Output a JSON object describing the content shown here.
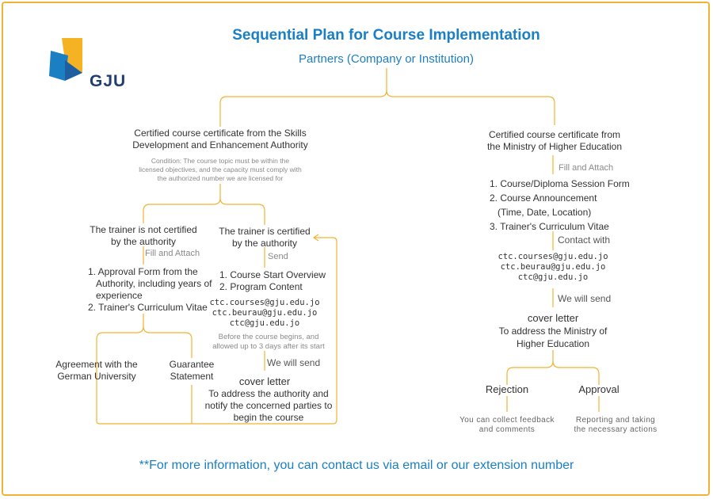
{
  "title": "Sequential Plan for Course Implementation",
  "subtitle": "Partners (Company or Institution)",
  "logo": {
    "text": "GJU",
    "colors": {
      "blue": "#1b7fc4",
      "yellow": "#f5b324",
      "dark": "#1f3f73"
    }
  },
  "colors": {
    "accent": "#1b7fc4",
    "lines": "#f2b233",
    "text": "#333333",
    "muted": "#8a8a8a"
  },
  "left_branch": {
    "header": [
      "Certified course certificate from the Skills",
      "Development and Enhancement Authority"
    ],
    "condition": [
      "Condition: The course topic must be within the",
      "licensed objectives, and the capacity must comply with",
      "the authorized number we are licensed for"
    ],
    "not_certified": {
      "title": [
        "The trainer is not certified",
        "by the authority"
      ],
      "action": "Fill and Attach",
      "items": [
        "1. Approval Form from the",
        "Authority, including years of",
        "experience",
        "2. Trainer's Curriculum Vitae"
      ],
      "outcome_1": [
        "Agreement with the",
        "German University"
      ],
      "outcome_2": [
        "Guarantee",
        "Statement"
      ]
    },
    "certified": {
      "title": [
        "The trainer is certified",
        "by the authority"
      ],
      "action": "Send",
      "items": [
        "1. Course Start Overview",
        "2. Program Content"
      ],
      "emails": [
        "ctc.courses@gju.edu.jo",
        "ctc.beurau@gju.edu.jo",
        "ctc@gju.edu.jo"
      ],
      "note": [
        "Before the course begins, and",
        "allowed up to 3 days after its start"
      ],
      "action_2": "We will send",
      "cover": "cover letter",
      "cover_desc": [
        "To address the authority and",
        "notify the concerned parties to",
        "begin the course"
      ]
    }
  },
  "right_branch": {
    "header": [
      "Certified course certificate from",
      "the Ministry of Higher Education"
    ],
    "action": "Fill and Attach",
    "items": [
      "1. Course/Diploma Session Form",
      "2.  Course Announcement",
      "(Time, Date, Location)",
      "3.  Trainer's Curriculum Vitae"
    ],
    "action_2": "Contact with",
    "emails": [
      "ctc.courses@gju.edu.jo",
      "ctc.beurau@gju.edu.jo",
      "ctc@gju.edu.jo"
    ],
    "action_3": "We will send",
    "cover": "cover letter",
    "cover_desc": [
      "To address the Ministry of",
      "Higher Education"
    ],
    "rejection": "Rejection",
    "rejection_desc": [
      "You can collect feedback",
      "and comments"
    ],
    "approval": "Approval",
    "approval_desc": [
      "Reporting and taking",
      "the necessary actions"
    ]
  },
  "footer": "**For more information, you can contact us via email or our extension number"
}
